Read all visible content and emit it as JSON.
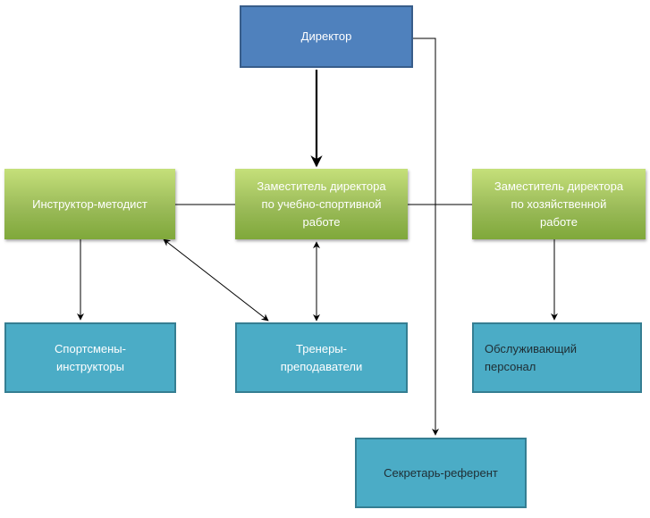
{
  "boxes": {
    "director": "Директор",
    "instructor": "Инструктор-методист",
    "deputy_sport": [
      "Заместитель директора",
      "по учебно-спортивной",
      "работе"
    ],
    "deputy_econ": [
      "Заместитель директора",
      "по хозяйственной",
      "работе"
    ],
    "athletes": [
      "Спортсмены-",
      "инструкторы"
    ],
    "coaches": [
      "Тренеры-",
      "преподаватели"
    ],
    "staff": [
      "Обслуживающий",
      "персонал"
    ],
    "secretary": "Секретарь-референт"
  },
  "colors": {
    "top_level": "#4f81bd",
    "middle_level": "#9bbb59",
    "bottom_level": "#4bacc6"
  }
}
